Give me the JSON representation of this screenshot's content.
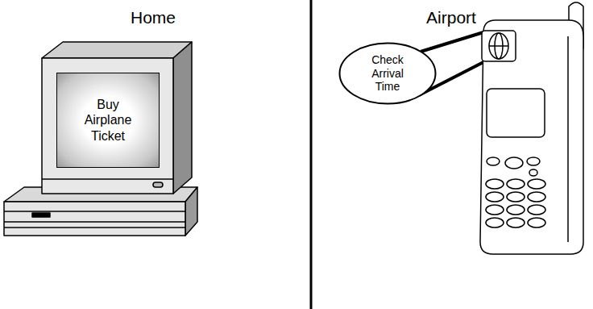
{
  "diagram": {
    "nodes": [
      {
        "text": [
          "Buy Airplane Ticket"
        ]
      },
      {
        "text": [
          "Check Arrival Time"
        ]
      }
    ],
    "labels": [
      "Home",
      "Airport"
    ]
  }
}
